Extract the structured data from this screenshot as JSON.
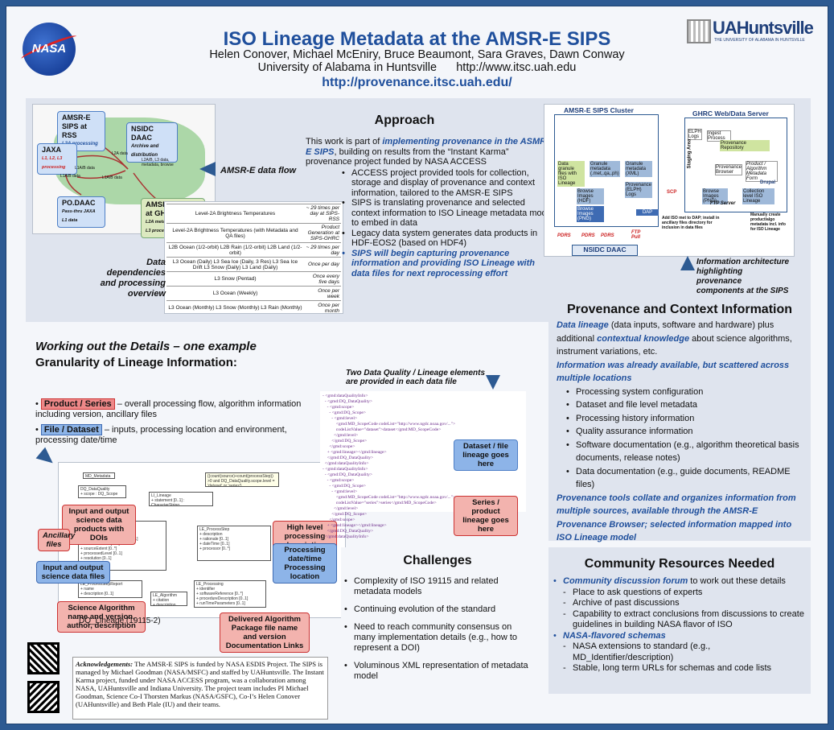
{
  "header": {
    "title": "ISO Lineage Metadata at the AMSR-E SIPS",
    "authors": "Helen Conover, Michael McEniry, Bruce Beaumont, Sara Graves, Dawn Conway",
    "affiliation": "University of Alabama in Huntsville      http://www.itsc.uah.edu",
    "url": "http://provenance.itsc.uah.edu/",
    "logo_left": "NASA",
    "logo_right": "UAHuntsville",
    "logo_right_sub": "THE UNIVERSITY OF ALABAMA IN HUNTSVILLE"
  },
  "map": {
    "amsr_rss": "AMSR-E SIPS at RSS",
    "amsr_rss_sub": "L2A processing",
    "nsidc": "NSIDC DAAC",
    "nsidc_sub": "Archive and distribution",
    "jaxa": "JAXA",
    "jaxa_sub": "L1, L2, L3 processing",
    "podaac": "PO.DAAC",
    "podaac_sub": "Pass-thru JAXA L1 data",
    "amsr_ghrc": "AMSR-E SIPS at GHRC",
    "amsr_ghrc_sub": "L2A metadata & QC L2B, L3 processing",
    "arrow_l1ab": "L1A/B data",
    "arrow_l1ab2": "L1A/B data",
    "arrow_l1ab3": "L1A/B data",
    "arrow_l2a": "L2A data",
    "arrow_l2bl3": "L2A/B, L3 data, metadata, browse",
    "caption": "AMSR-E data flow"
  },
  "flow": {
    "caption": "Data dependencies and processing overview",
    "rows": [
      {
        "left": "Level-2A Brightness Temperatures",
        "right": "~ 29 times per day at SIPS-RSS"
      },
      {
        "left": "Level-2A Brightness Temperatures (with Metadata and QA files)",
        "right": "Product Generation at SIPS-GHRC"
      },
      {
        "left": "L2B Ocean (1/2-orbit)   L2B Rain (1/2-orbit)   L2B Land (1/2-orbit)",
        "right": "~ 29 times per day"
      },
      {
        "left": "L3 Ocean (Daily)  L3 Sea Ice (Daily, 3 Res)  L3 Sea Ice Drift  L3 Snow (Daily)  L3 Land (Daily)",
        "right": "Once per day"
      },
      {
        "left": "L3 Snow (Pentad)",
        "right": "Once every five days"
      },
      {
        "left": "L3 Ocean (Weekly)",
        "right": "Once per week"
      },
      {
        "left": "L3 Ocean (Monthly)   L3 Snow (Monthly)   L3 Rain (Monthly)",
        "right": "Once per month"
      }
    ]
  },
  "approach": {
    "heading": "Approach",
    "intro_1": "This work is part of ",
    "intro_link": "implementing provenance in the ASMR-E SIPS",
    "intro_2": ", building on results from the “Instant Karma” provenance project funded by NASA ACCESS",
    "bullets": [
      "ACCESS project provided tools for collection, storage and display of provenance and context information, tailored to the AMSR-E SIPS",
      "SIPS is translating provenance and selected context information to ISO Lineage metadata model to embed in data",
      "Legacy data system generates data products in HDF-EOS2 (based on HDF4)"
    ],
    "bullet_last": "SIPS will begin capturing provenance information and providing ISO Lineage with data files for next reprocessing effort"
  },
  "arch": {
    "cluster": "AMSR-E SIPS Cluster",
    "ghrc": "GHRC Web/Data Server",
    "nsidc": "NSIDC DAAC",
    "scp": "SCP",
    "pdrs": "PDRS",
    "ftp": "FTP Pull",
    "dap": "DAP",
    "staging": "Staging Area",
    "ftp_server": "FTP Server",
    "drupal": "Drupal",
    "elph": "ELPH Logs",
    "ingest": "Ingest Process",
    "prov_repo": "Provenance Repository",
    "prov_browser": "Provenance Browser",
    "prod_alg": "Product / Algorithm Metadata Form",
    "coll_iso": "Collection level ISO Lineage",
    "browse": "Browse Images (PNG)",
    "data_gran": "Data granule files with ISO Lineage",
    "gran_meta": "Granule metadata (.met,.qa,.ph)",
    "gran_xml": "Granule metadata (XML)",
    "prov_elph": "Provenance (ELPH) Logs",
    "browse_hdf": "Browse Images (HDF)",
    "browse_png": "Browse Images (PNG)",
    "add_iso": "Add ISO met to DAP; install in ancillary files directory for inclusion in data files",
    "manually": "Manually create product/algo metadata incl. info for ISO Lineage",
    "caption": "Information architecture highlighting provenance components at the SIPS"
  },
  "details": {
    "heading": "Working out the Details – one example",
    "subheading": "Granularity of Lineage Information:",
    "b1_tag": "Product / Series",
    "b1_text": " – overall processing flow, algorithm information including version, ancillary files",
    "b2_tag": "File / Dataset",
    "b2_text": " – inputs, processing location and environment, processing date/time",
    "xml_caption": "Two Data Quality / Lineage elements are provided in each data file",
    "callout_dataset": "Dataset / file lineage goes here",
    "callout_series": "Series / product lineage goes here",
    "uml_caption": "DQ_Lineage (19115-2)",
    "callouts": {
      "input_products": "Input and output science data products with DOIs",
      "ancillary": "Ancillary files",
      "input_files": "Input and output science data files",
      "science_alg": "Science Algorithm name and version, author, description",
      "high_level": "High level processing description",
      "proc_date": "Processing date/time Processing location",
      "delivered": "Delivered Algorithm Package file name and version Documentation Links"
    }
  },
  "provenance": {
    "heading": "Provenance and Context Information",
    "p1_a": "Data lineage",
    "p1_b": " (data inputs, software and hardware) plus additional ",
    "p1_c": "contextual knowledge",
    "p1_d": " about science algorithms, instrument variations, etc.",
    "p2": "Information was already available, but scattered across multiple locations",
    "bullets": [
      "Processing system configuration",
      "Dataset and file level metadata",
      "Processing history information",
      "Quality assurance information",
      "Software documentation (e.g., algorithm theoretical basis documents, release notes)",
      "Data documentation (e.g., guide documents, README files)"
    ],
    "p3": "Provenance tools collate and organizes information from multiple sources, available through the AMSR-E Provenance Browser; selected information mapped into ISO Lineage model"
  },
  "challenges": {
    "heading": "Challenges",
    "bullets": [
      "Complexity of ISO 19115 and related metadata models",
      "Continuing evolution of the standard",
      "Need to reach community consensus on many implementation details (e.g., how to represent a DOI)",
      "Voluminous XML representation of metadata model"
    ]
  },
  "community": {
    "heading": "Community Resources Needed",
    "g1_title": "Community discussion forum",
    "g1_rest": " to work out these details",
    "g1_items": [
      "Place to ask questions of experts",
      "Archive of past discussions",
      "Capability to extract conclusions from discussions to create guidelines in building NASA flavor of ISO"
    ],
    "g2_title": "NASA-flavored schemas",
    "g2_items": [
      "NASA extensions to standard (e.g., MD_Identifier/description)",
      "Stable, long term URLs for schemas and code lists"
    ]
  },
  "ack": {
    "label": "Acknowledgements:",
    "text": "  The AMSR-E SIPS is funded by NASA ESDIS Project. The SIPS is managed by Michael Goodman (NASA/MSFC) and staffed by UAHuntsville.  The Instant Karma project, funded under NASA ACCESS program, was a collaboration among NASA, UAHuntsville and Indiana University.  The project team includes PI Michael Goodman, Science Co-I Thorsten Markus (NASA/GSFC), Co-I’s Helen Conover (UAHuntsville) and Beth Plale (IU) and their teams."
  },
  "colors": {
    "brand": "#1f4f9c",
    "frame": "#2d5a92",
    "panel": "#dfe4ee"
  }
}
